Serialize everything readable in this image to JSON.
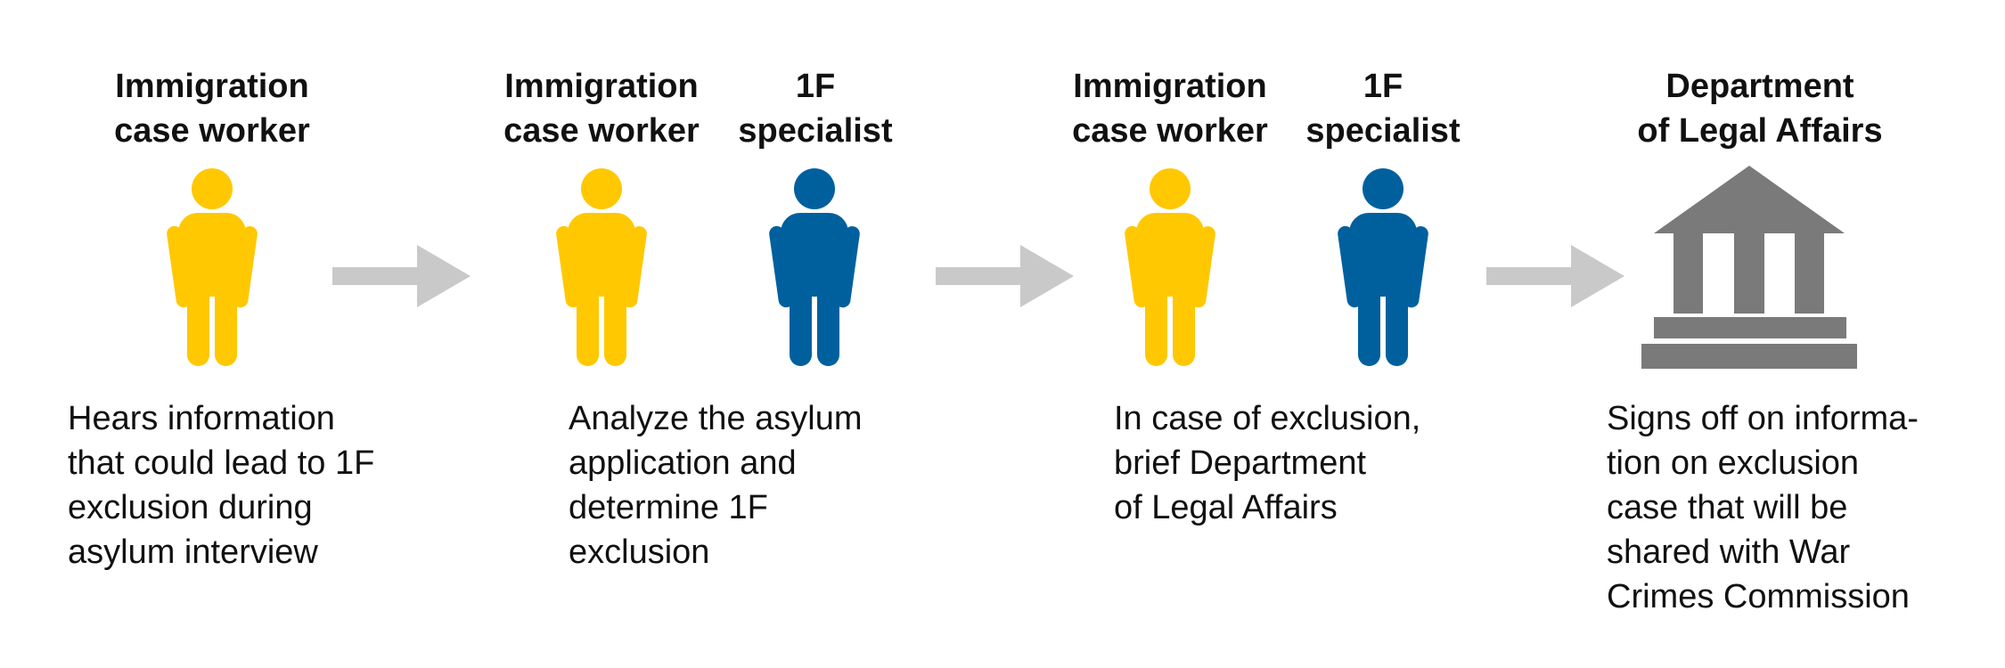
{
  "colors": {
    "case_worker": "#FFC800",
    "specialist": "#00609E",
    "arrow": "#C9C9C9",
    "building": "#7A7A7A"
  },
  "step1": {
    "roles": [
      {
        "name": "case-worker",
        "line1": "Immigration",
        "line2": "case worker",
        "icon": "person-icon",
        "color": "#FFC800"
      }
    ],
    "description": [
      "Hears information",
      "that could lead to 1F",
      "exclusion during",
      "asylum interview"
    ]
  },
  "step2": {
    "roles": [
      {
        "name": "case-worker",
        "line1": "Immigration",
        "line2": "case worker",
        "icon": "person-icon",
        "color": "#FFC800"
      },
      {
        "name": "specialist",
        "line1": "1F",
        "line2": "specialist",
        "icon": "person-icon",
        "color": "#00609E"
      }
    ],
    "description": [
      "Analyze the asylum",
      "application and",
      "determine 1F",
      "exclusion"
    ]
  },
  "step3": {
    "roles": [
      {
        "name": "case-worker",
        "line1": "Immigration",
        "line2": "case worker",
        "icon": "person-icon",
        "color": "#FFC800"
      },
      {
        "name": "specialist",
        "line1": "1F",
        "line2": "specialist",
        "icon": "person-icon",
        "color": "#00609E"
      }
    ],
    "description": [
      "In case of exclusion,",
      "brief Department",
      "of Legal Affairs"
    ]
  },
  "step4": {
    "roles": [
      {
        "name": "department",
        "line1": "Department",
        "line2": "of Legal Affairs",
        "icon": "government-building-icon",
        "color": "#7A7A7A"
      }
    ],
    "description": [
      "Signs off on informa-",
      "tion on exclusion",
      "case that will be",
      "shared with War",
      "Crimes Commission"
    ]
  }
}
